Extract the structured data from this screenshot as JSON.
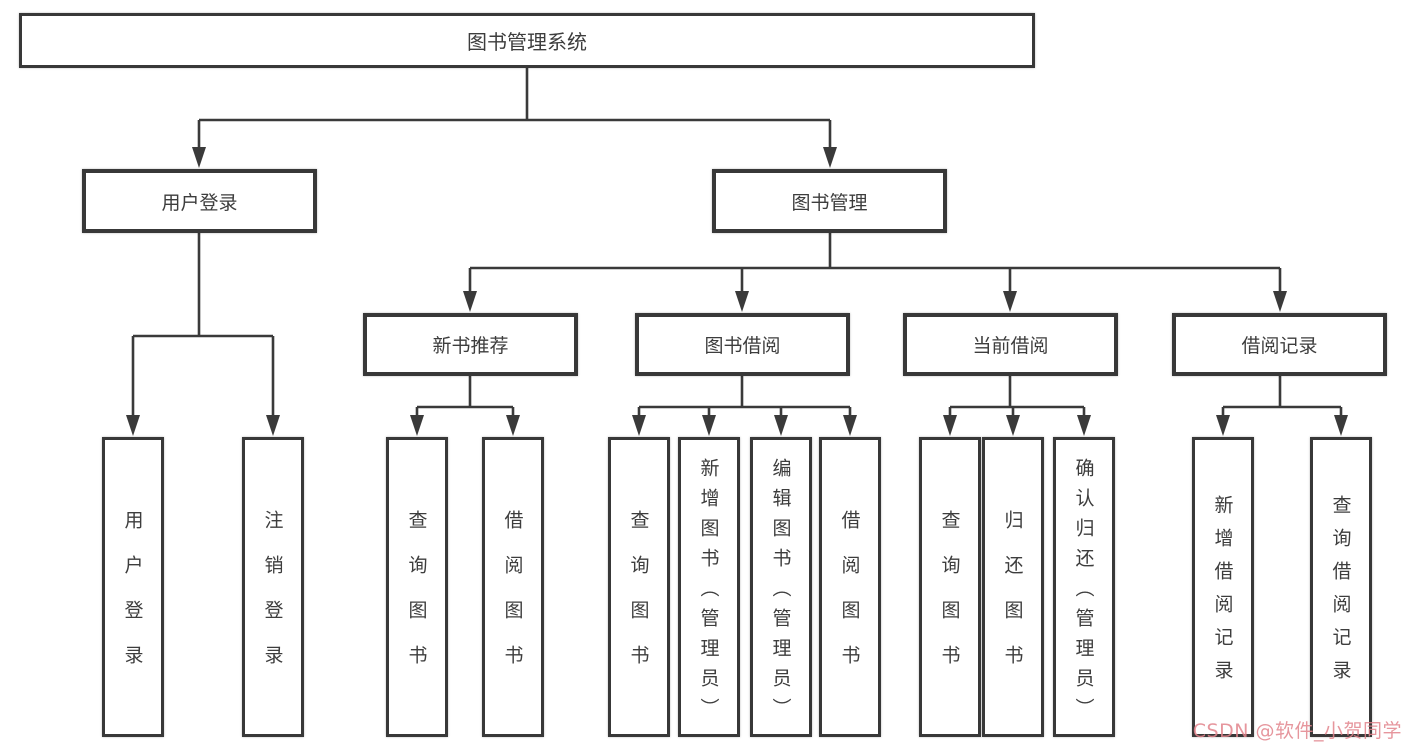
{
  "diagram": {
    "root": {
      "label": "图书管理系统"
    },
    "level2": [
      {
        "label": "用户登录"
      },
      {
        "label": "图书管理"
      }
    ],
    "level3": [
      {
        "label": "新书推荐"
      },
      {
        "label": "图书借阅"
      },
      {
        "label": "当前借阅"
      },
      {
        "label": "借阅记录"
      }
    ],
    "leaves": [
      {
        "label": "用户登录"
      },
      {
        "label": "注销登录"
      },
      {
        "label": "查询图书"
      },
      {
        "label": "借阅图书"
      },
      {
        "label": "查询图书"
      },
      {
        "label": "新增图书（管理员）"
      },
      {
        "label": "编辑图书（管理员）"
      },
      {
        "label": "借阅图书"
      },
      {
        "label": "查询图书"
      },
      {
        "label": "归还图书"
      },
      {
        "label": "确认归还（管理员）"
      },
      {
        "label": "新增借阅记录"
      },
      {
        "label": "查询借阅记录"
      }
    ],
    "watermark": "CSDN @软件_小贺同学",
    "colors": {
      "line": "#3a3a3a",
      "border": "#383838",
      "text": "#3d3d3d",
      "background": "#ffffff",
      "watermark": "#e2848c"
    }
  }
}
